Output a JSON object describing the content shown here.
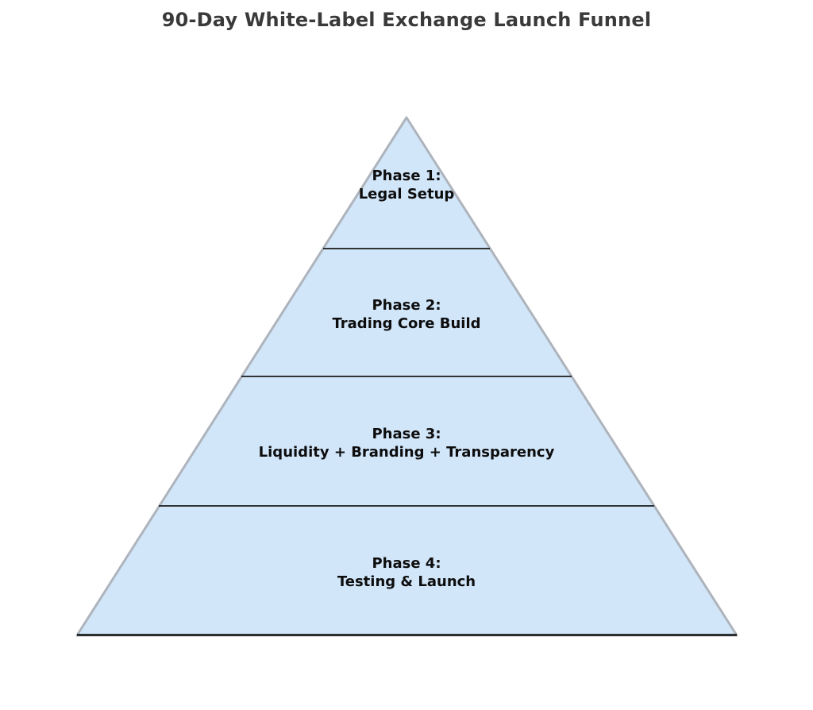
{
  "title": "90-Day White-Label Exchange Launch Funnel",
  "chart_data": {
    "type": "funnel",
    "subtype": "pyramid",
    "title": "90-Day White-Label Exchange Launch Funnel",
    "levels": [
      {
        "phase": "Phase 1:",
        "label": "Legal Setup"
      },
      {
        "phase": "Phase 2:",
        "label": "Trading Core Build"
      },
      {
        "phase": "Phase 3:",
        "label": "Liquidity + Branding + Transparency"
      },
      {
        "phase": "Phase 4:",
        "label": "Testing & Launch"
      }
    ],
    "level_count": 4,
    "legend": "none",
    "grid": false,
    "colors": {
      "fill": "#d2e6fa",
      "edge": "#aeb4bc",
      "divider": "#1a1a1a",
      "base": "#111111",
      "label_text": "#0d0d0d",
      "title_text": "#3a3a3a",
      "background": "#ffffff"
    }
  }
}
